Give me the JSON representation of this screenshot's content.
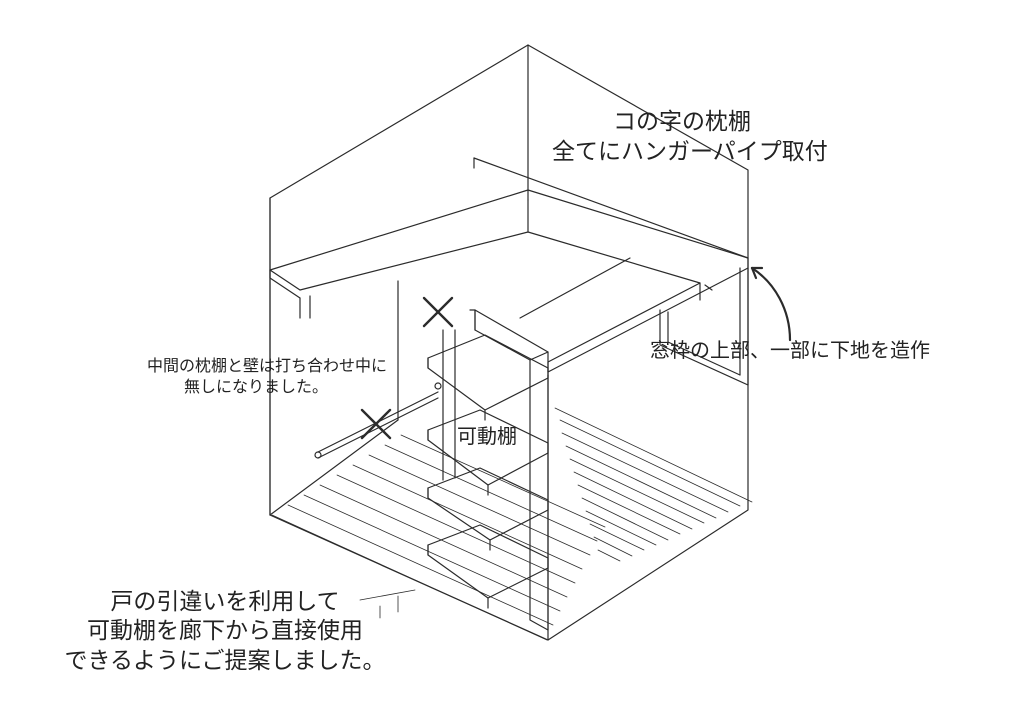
{
  "labels": {
    "top_shelf": [
      "コの字の枕棚",
      "全てにハンガーパイプ取付"
    ],
    "window_frame": "窓枠の上部、一部に下地を造作",
    "middle_shelf": [
      "中間の枕棚と壁は打ち合わせ中に",
      "無しになりました。"
    ],
    "movable_shelf": "可動棚",
    "door_note": [
      "戸の引違いを利用して",
      "可動棚を廊下から直接使用",
      "できるようにご提案しました。"
    ]
  },
  "colors": {
    "ink": "#2b2b2b",
    "background": "#ffffff"
  }
}
